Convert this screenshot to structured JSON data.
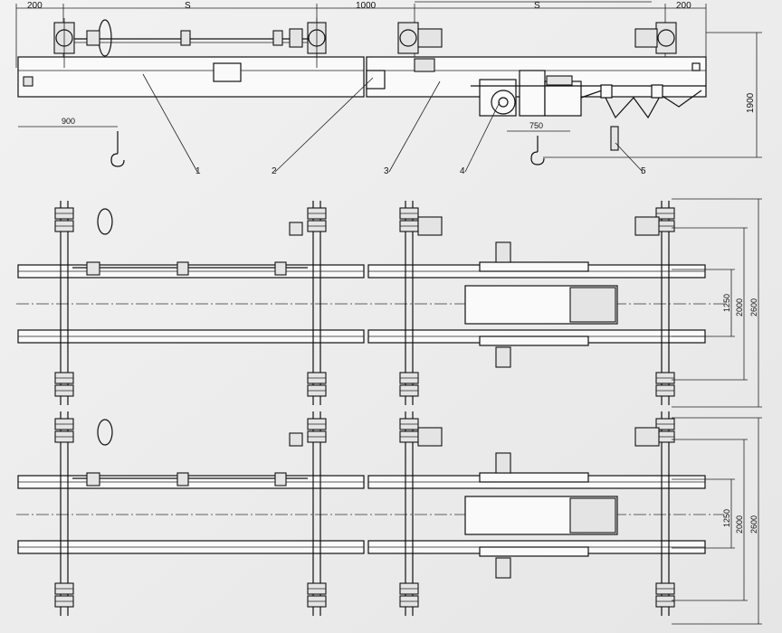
{
  "dimensions": {
    "top_left_end": "200",
    "top_span_left": "S",
    "top_joint": "1000",
    "top_span_right": "S",
    "top_right_end": "200",
    "hook_offset": "900",
    "trolley_base": "750",
    "height": "1900",
    "track_inner": "1250",
    "track_middle": "2000",
    "track_outer": "2600"
  },
  "callouts": [
    "1",
    "2",
    "3",
    "4",
    "5"
  ],
  "colors": {
    "line": "#111111",
    "paper": "#ececec"
  }
}
